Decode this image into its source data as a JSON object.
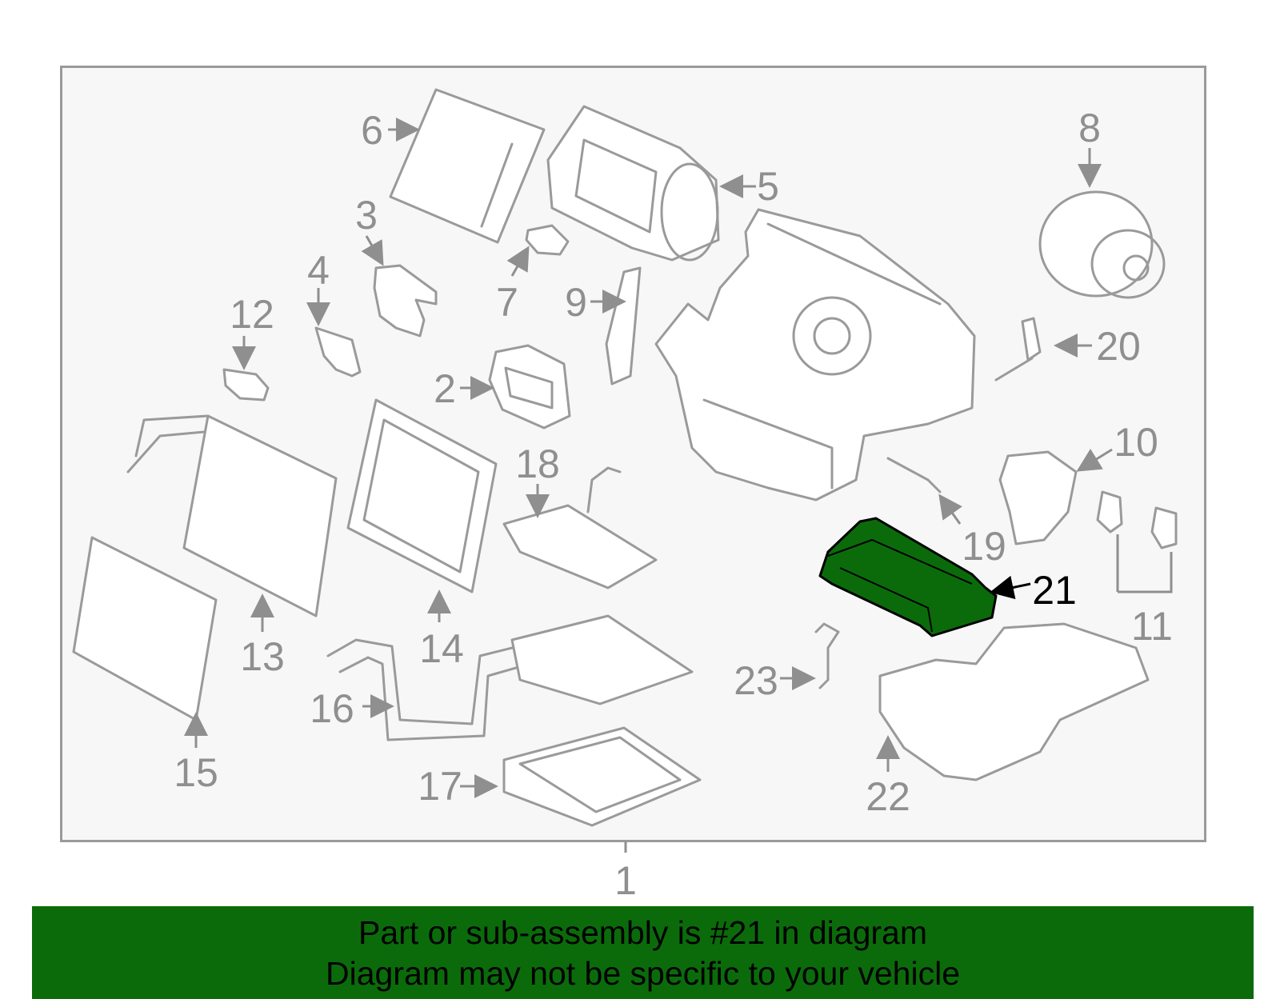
{
  "diagram": {
    "highlighted_part": "21",
    "highlight_color": "#0b6b0b",
    "callouts": [
      "1",
      "2",
      "3",
      "4",
      "5",
      "6",
      "7",
      "8",
      "9",
      "10",
      "11",
      "12",
      "13",
      "14",
      "15",
      "16",
      "17",
      "18",
      "19",
      "20",
      "21",
      "22",
      "23"
    ]
  },
  "banner": {
    "line1": "Part or sub-assembly is #21 in diagram",
    "line2": "Diagram may not be specific to your vehicle",
    "background": "#0b6b0b"
  }
}
